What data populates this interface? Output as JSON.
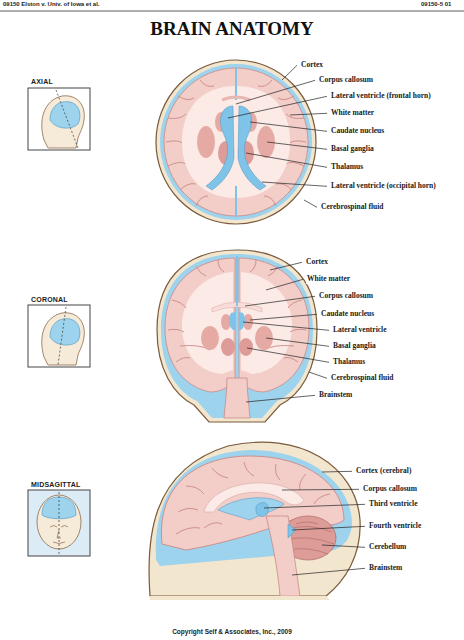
{
  "diagram": {
    "title": "BRAIN ANATOMY",
    "caption": "Copyright Self & Associates, Inc., 2009",
    "labels": [
      "09150 Elston v. Univ. of Iowa et al.",
      "09150-5 01",
      "AXIAL",
      "Cortex",
      "Corpus callosum",
      "Lateral ventricle (frontal horn)",
      "White matter",
      "Caudate nucleus",
      "Basal ganglia",
      "Thalamus",
      "Lateral ventricle (occipital horn)",
      "Cerebrospinal fluid",
      "CORONAL",
      "Cortex",
      "White matter",
      "Corpus callosum",
      "Caudate nucleus",
      "Lateral ventricle",
      "Basal ganglia",
      "Thalamus",
      "Cerebrospinal fluid",
      "Brainstem",
      "MIDSAGITTAL",
      "Cortex (cerebral)",
      "Corpus callosum",
      "Third ventricle",
      "Fourth ventricle",
      "Cerebellum",
      "Brainstem"
    ]
  }
}
